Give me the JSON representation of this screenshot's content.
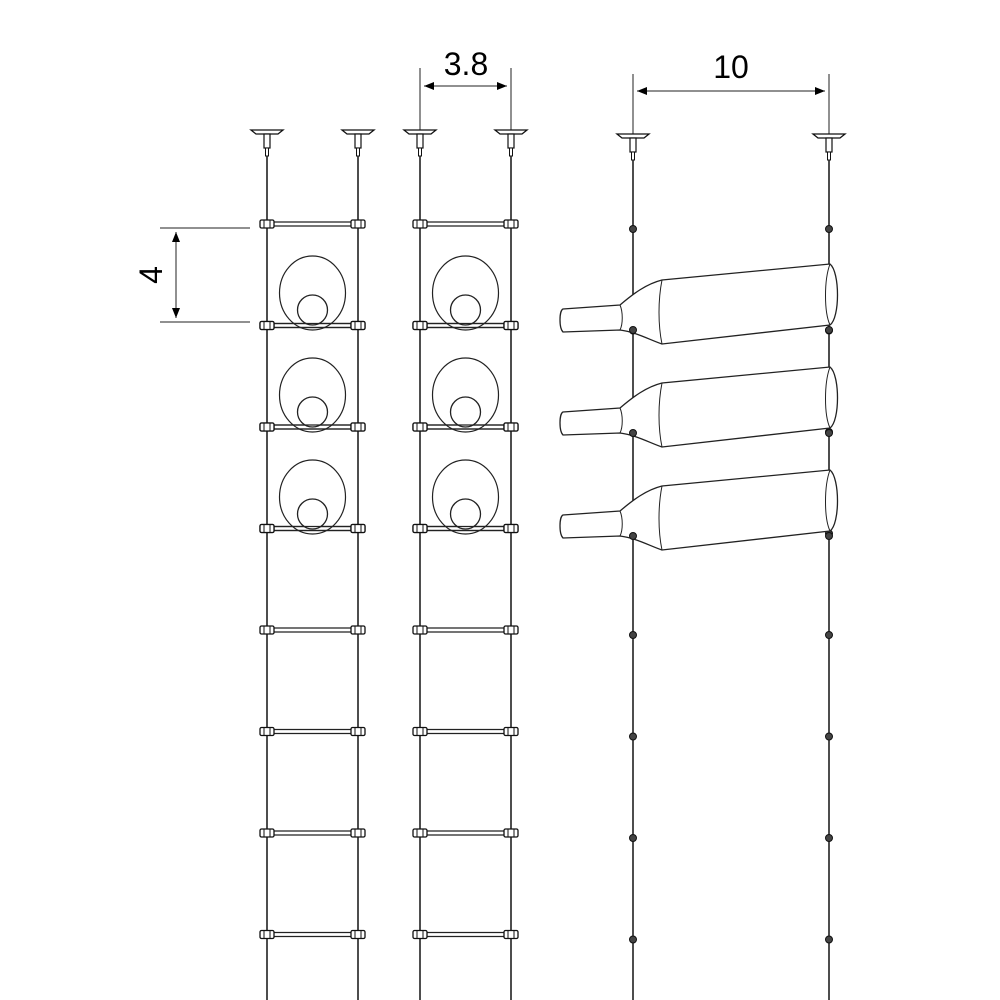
{
  "drawing": {
    "dimensions": {
      "vertical_spacing_label": "4",
      "front_width_label": "3.8",
      "side_width_label": "10"
    },
    "front_view_racks": 2,
    "bottles_per_rack": 3,
    "rungs_per_rack": 8,
    "side_view_bottles": 3,
    "side_view_beads": 8
  }
}
